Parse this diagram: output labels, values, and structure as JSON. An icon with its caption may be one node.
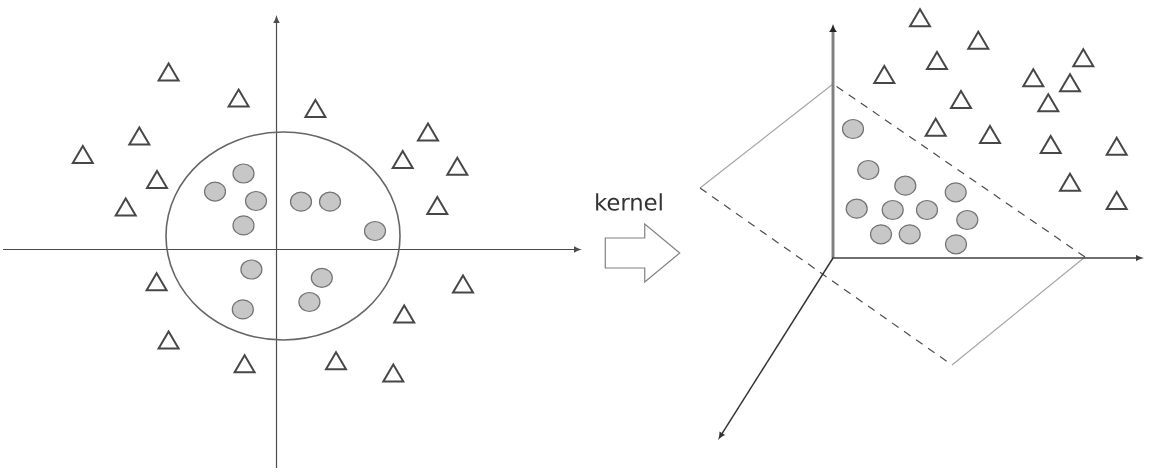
{
  "diagram": {
    "nodes": [
      {
        "text": [],
        "shape": "picture"
      },
      {
        "text": [],
        "shape": "picture"
      }
    ],
    "edges": [
      {
        "from": 0,
        "to": 1,
        "arrow": "to",
        "label": "kernel"
      }
    ]
  }
}
